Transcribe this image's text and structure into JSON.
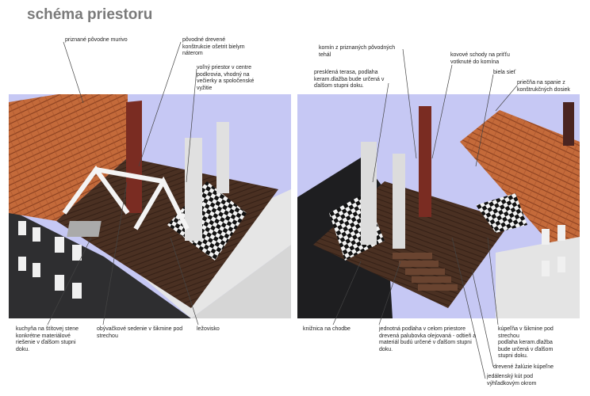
{
  "title": "schéma priestoru",
  "labels": {
    "l_murivo": "priznané pôvodne murivo",
    "l_drevene": "pôvodné drevené\nkonštrukcie ošetrit bielym\nnáterom",
    "l_volny": "voľný priestor v centre\npodkrovia, vhodný na\nvečierky a spoločenské\nvyžitie",
    "l_kuchyna": "kuchyňa na štítovej stene\nkonkrétne materiálové\nriešenie v ďalšom stupni\ndoku.",
    "l_obyvacie": "obývačkové sedenie v šikmine pod\nstrechou",
    "l_lezovisko": "ležovisko",
    "r_komin": "komín z priznaných pôvodných\ntehál",
    "r_terasa": "presklená terasa, podlaha\nkeram.dlažba bude určená v\nďalšom stupni doku.",
    "r_schody": "kovové schody na priťťu\nvotknuté do komína",
    "r_siet": "biela sieť",
    "r_pricna": "priečňa na spanie z\nkonštrukčných dosiek",
    "r_kniznica": "knižnica na chodbe",
    "r_podlaha": "jednotná podlaha v celom priestore\ndrevená palubovka olejovaná - odtieň a\nmateriál budú určené v ďalšom stupni\ndoku.",
    "r_kupelna": "kúpeľňa v šikmine pod\nstrechou\npodlaha keram.dlažba\nbude určená v ďalšom\nstupni doku.",
    "r_zaluzie": "drevené žalúzie kúpeľne",
    "r_jedalensky": "jedálenský kút pod\nvýhľadkovým okrom"
  },
  "colors": {
    "sky": "#c6c8f4",
    "roof": "#c46a3a",
    "floor": "#4a3022",
    "wall_light": "#e8e8e8",
    "wall_dark": "#2e2e30",
    "leader": "#444444"
  }
}
